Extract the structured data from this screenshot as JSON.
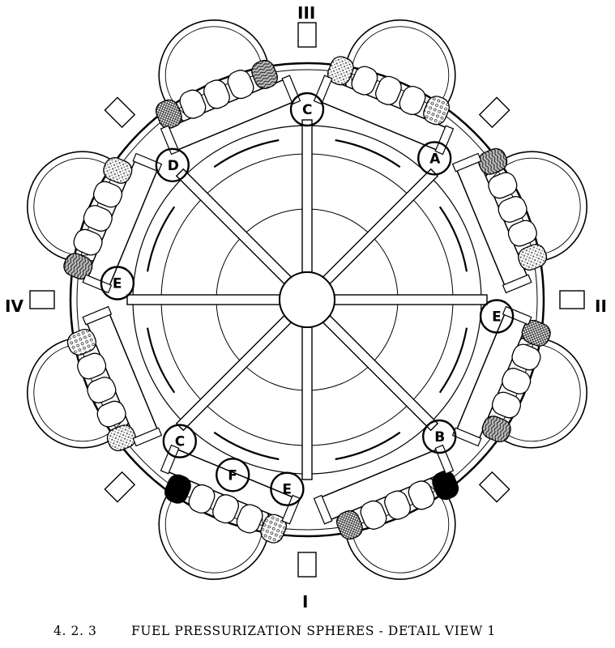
{
  "figure": {
    "number": "4. 2. 3",
    "title": "FUEL PRESSURIZATION SPHERES - DETAIL VIEW 1"
  },
  "quadrants": [
    {
      "label": "III",
      "position": "top"
    },
    {
      "label": "II",
      "position": "right"
    },
    {
      "label": "I",
      "position": "bottom"
    },
    {
      "label": "IV",
      "position": "left"
    }
  ],
  "callouts": [
    {
      "label": "C",
      "angle_deg": 0
    },
    {
      "label": "A",
      "angle_deg": 42
    },
    {
      "label": "E",
      "angle_deg": 95
    },
    {
      "label": "B",
      "angle_deg": 136
    },
    {
      "label": "E",
      "angle_deg": 186
    },
    {
      "label": "F",
      "angle_deg": 203
    },
    {
      "label": "C",
      "angle_deg": 222
    },
    {
      "label": "E",
      "angle_deg": 275
    },
    {
      "label": "D",
      "angle_deg": 315
    }
  ],
  "colors": {
    "ink": "#000000",
    "paper": "#ffffff",
    "stipple": "#9a9a9a",
    "marble": "#6e6e6e",
    "grid": "#8a8a8a"
  }
}
